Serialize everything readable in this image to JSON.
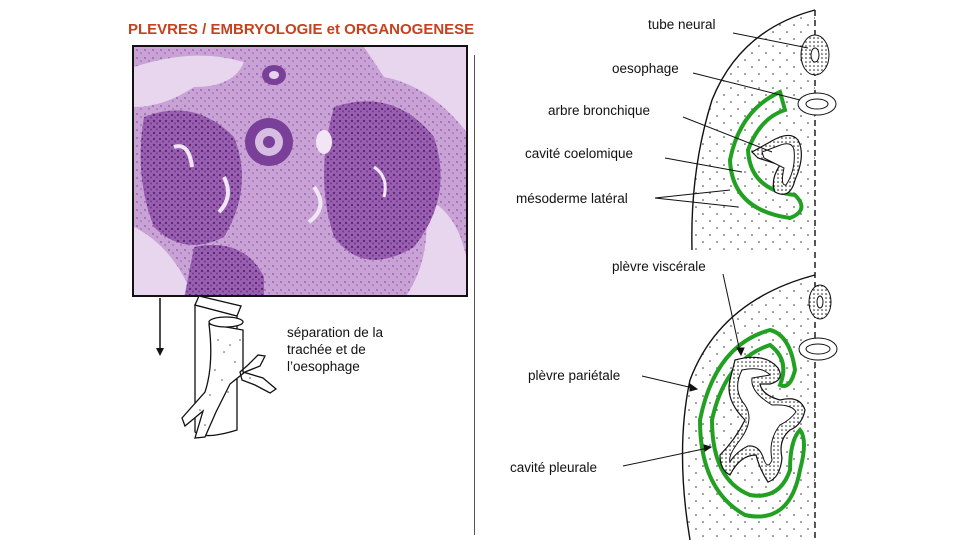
{
  "title": "PLEVRES / EMBRYOLOGIE et ORGANOGENESE",
  "colors": {
    "title": "#c8401e",
    "mesoderm": "#22a022",
    "histology": "#b98ac8"
  },
  "left_panel": {
    "separation_text": "séparation de la trachée et de l’oesophage"
  },
  "top_diagram": {
    "labels": {
      "neural_tube": "tube neural",
      "esophagus": "oesophage",
      "bronchial_tree": "arbre bronchique",
      "coelomic_cavity": "cavité coelomique",
      "lateral_mesoderm": "mésoderme latéral"
    }
  },
  "bottom_diagram": {
    "labels": {
      "visceral_pleura": "plèvre viscérale",
      "parietal_pleura": "plèvre pariétale",
      "pleural_cavity": "cavité pleurale"
    }
  }
}
